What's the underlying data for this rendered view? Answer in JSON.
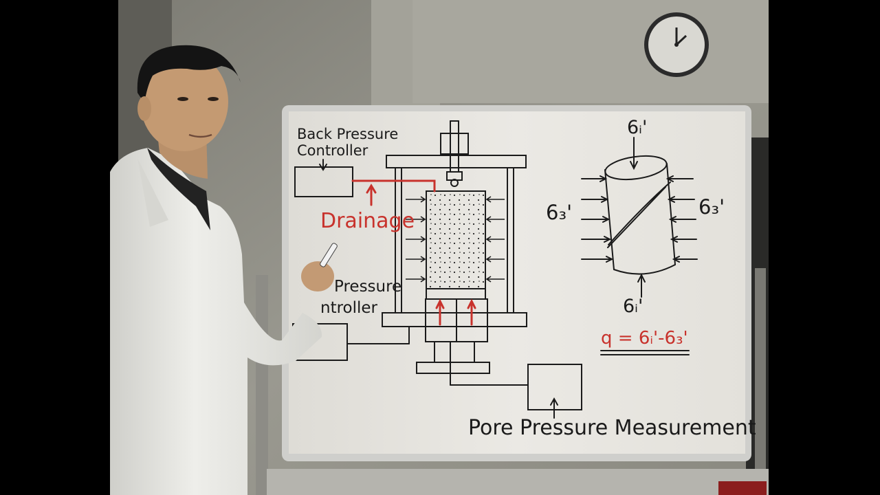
{
  "board": {
    "back_pressure_label_line1": "Back Pressure",
    "back_pressure_label_line2": "Controller",
    "drainage_label": "Drainage",
    "cell_pressure_label_line1": "Pressure",
    "cell_pressure_label_line2": "ntroller",
    "pore_pressure_label": "Pore Pressure Measurement",
    "sigma1_top": "6ᵢ'",
    "sigma1_bottom": "6ᵢ'",
    "sigma3_left": "6₃'",
    "sigma3_right": "6₃'",
    "deviator_formula": "q = 6ᵢ'-6₃'"
  },
  "colors": {
    "ink": "#1a1a1a",
    "red_ink": "#c8322c",
    "board": "#e9e7e2",
    "wall": "#8f8f86",
    "coat": "#e4e4e0"
  }
}
